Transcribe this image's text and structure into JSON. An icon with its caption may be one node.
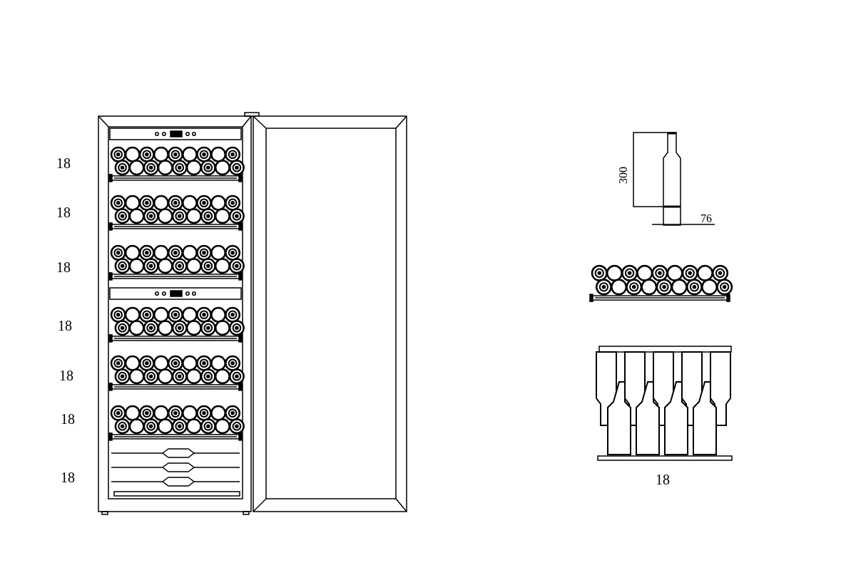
{
  "diagram": {
    "labels": [
      "18",
      "18",
      "18",
      "18",
      "18",
      "18",
      "18",
      "300",
      "76",
      "18"
    ]
  }
}
